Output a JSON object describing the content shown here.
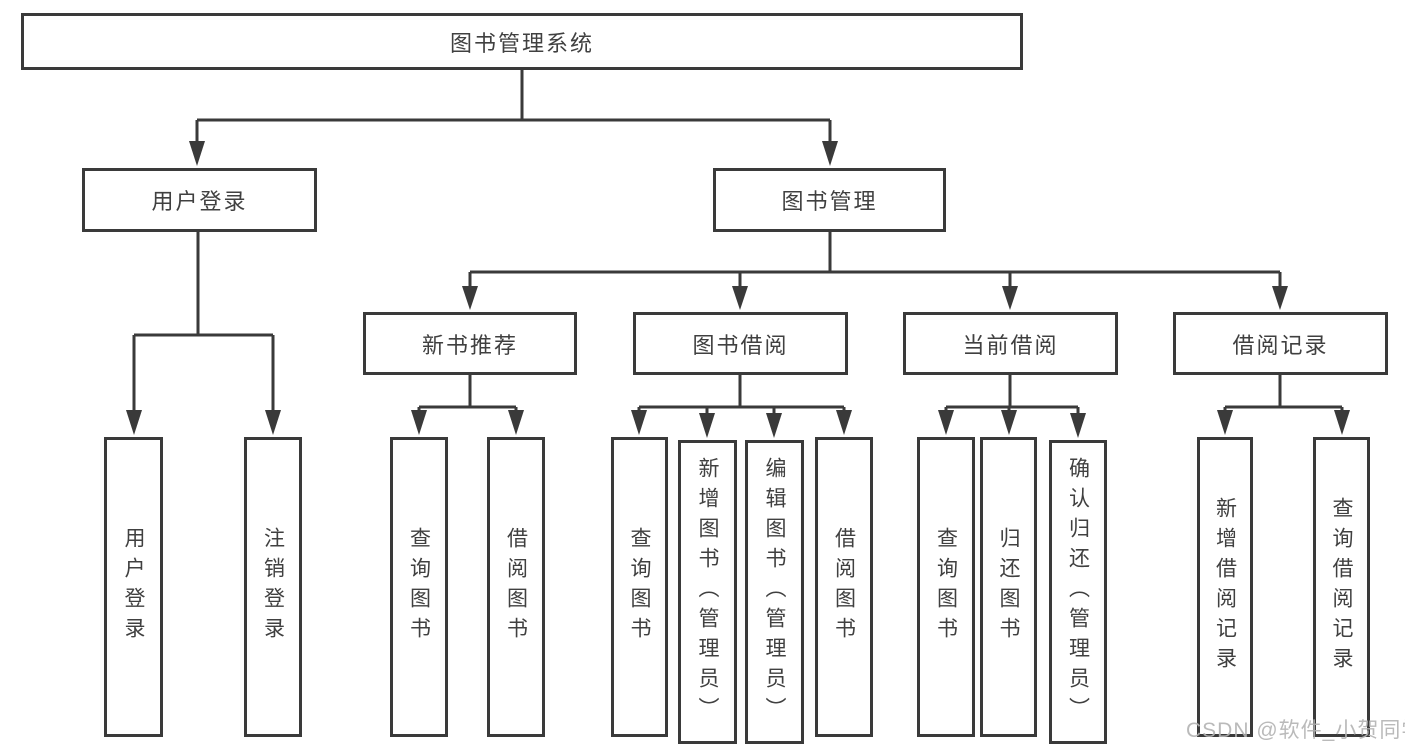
{
  "diagram": {
    "tree": {
      "label": "图书管理系统",
      "children": [
        {
          "label": "用户登录",
          "children": [
            {
              "label": "用户登录"
            },
            {
              "label": "注销登录"
            }
          ]
        },
        {
          "label": "图书管理",
          "children": [
            {
              "label": "新书推荐",
              "children": [
                {
                  "label": "查询图书"
                },
                {
                  "label": "借阅图书"
                }
              ]
            },
            {
              "label": "图书借阅",
              "children": [
                {
                  "label": "查询图书"
                },
                {
                  "label": "新增图书（管理员）"
                },
                {
                  "label": "编辑图书（管理员）"
                },
                {
                  "label": "借阅图书"
                }
              ]
            },
            {
              "label": "当前借阅",
              "children": [
                {
                  "label": "查询图书"
                },
                {
                  "label": "归还图书"
                },
                {
                  "label": "确认归还（管理员）"
                }
              ]
            },
            {
              "label": "借阅记录",
              "children": [
                {
                  "label": "新增借阅记录"
                },
                {
                  "label": "查询借阅记录"
                }
              ]
            }
          ]
        }
      ]
    },
    "watermark": "CSDN @软件_小贺同学",
    "colors": {
      "line": "#3a3a3a",
      "text": "#404040",
      "watermark": "#b3b3b3",
      "background": "#ffffff"
    }
  }
}
